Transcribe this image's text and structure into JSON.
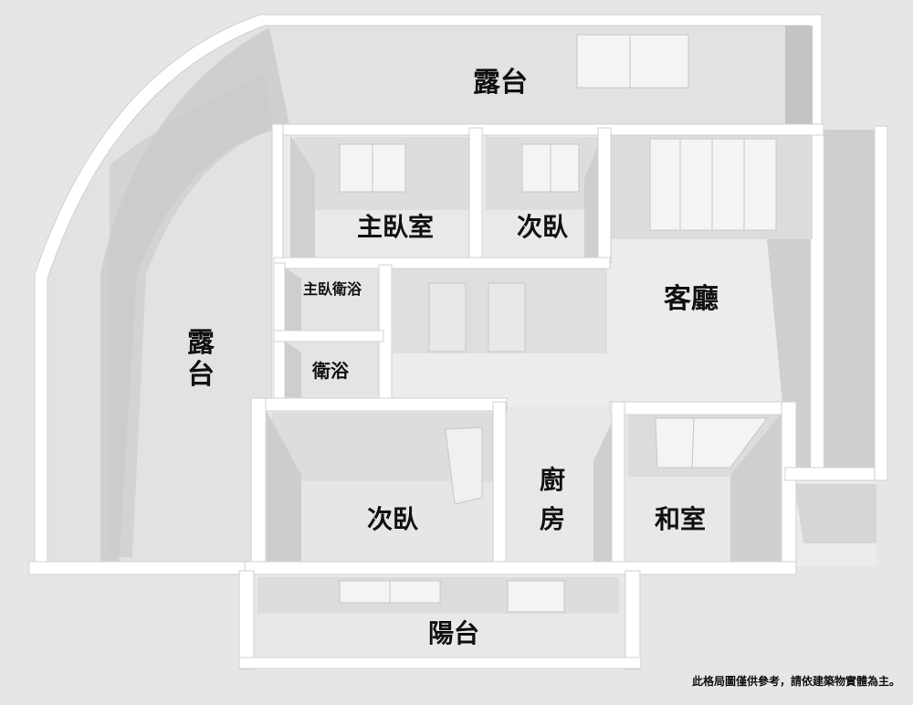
{
  "rooms": {
    "terrace_top": "露台",
    "master_bedroom": "主臥室",
    "second_bedroom_top": "次臥",
    "living_room": "客廳",
    "master_bath": "主臥衛浴",
    "bath": "衛浴",
    "terrace_left": "露台",
    "second_bedroom_bottom": "次臥",
    "kitchen": "廚房",
    "japanese_room": "和室",
    "balcony": "陽台"
  },
  "disclaimer": "此格局圖僅供參考，請依建築物實體為主。",
  "colors": {
    "wall_top": "#ffffff",
    "wall_side": "#d2d2d2",
    "floor": "#ededed",
    "window_glass": "#f4f4f4",
    "label": "#111111"
  }
}
